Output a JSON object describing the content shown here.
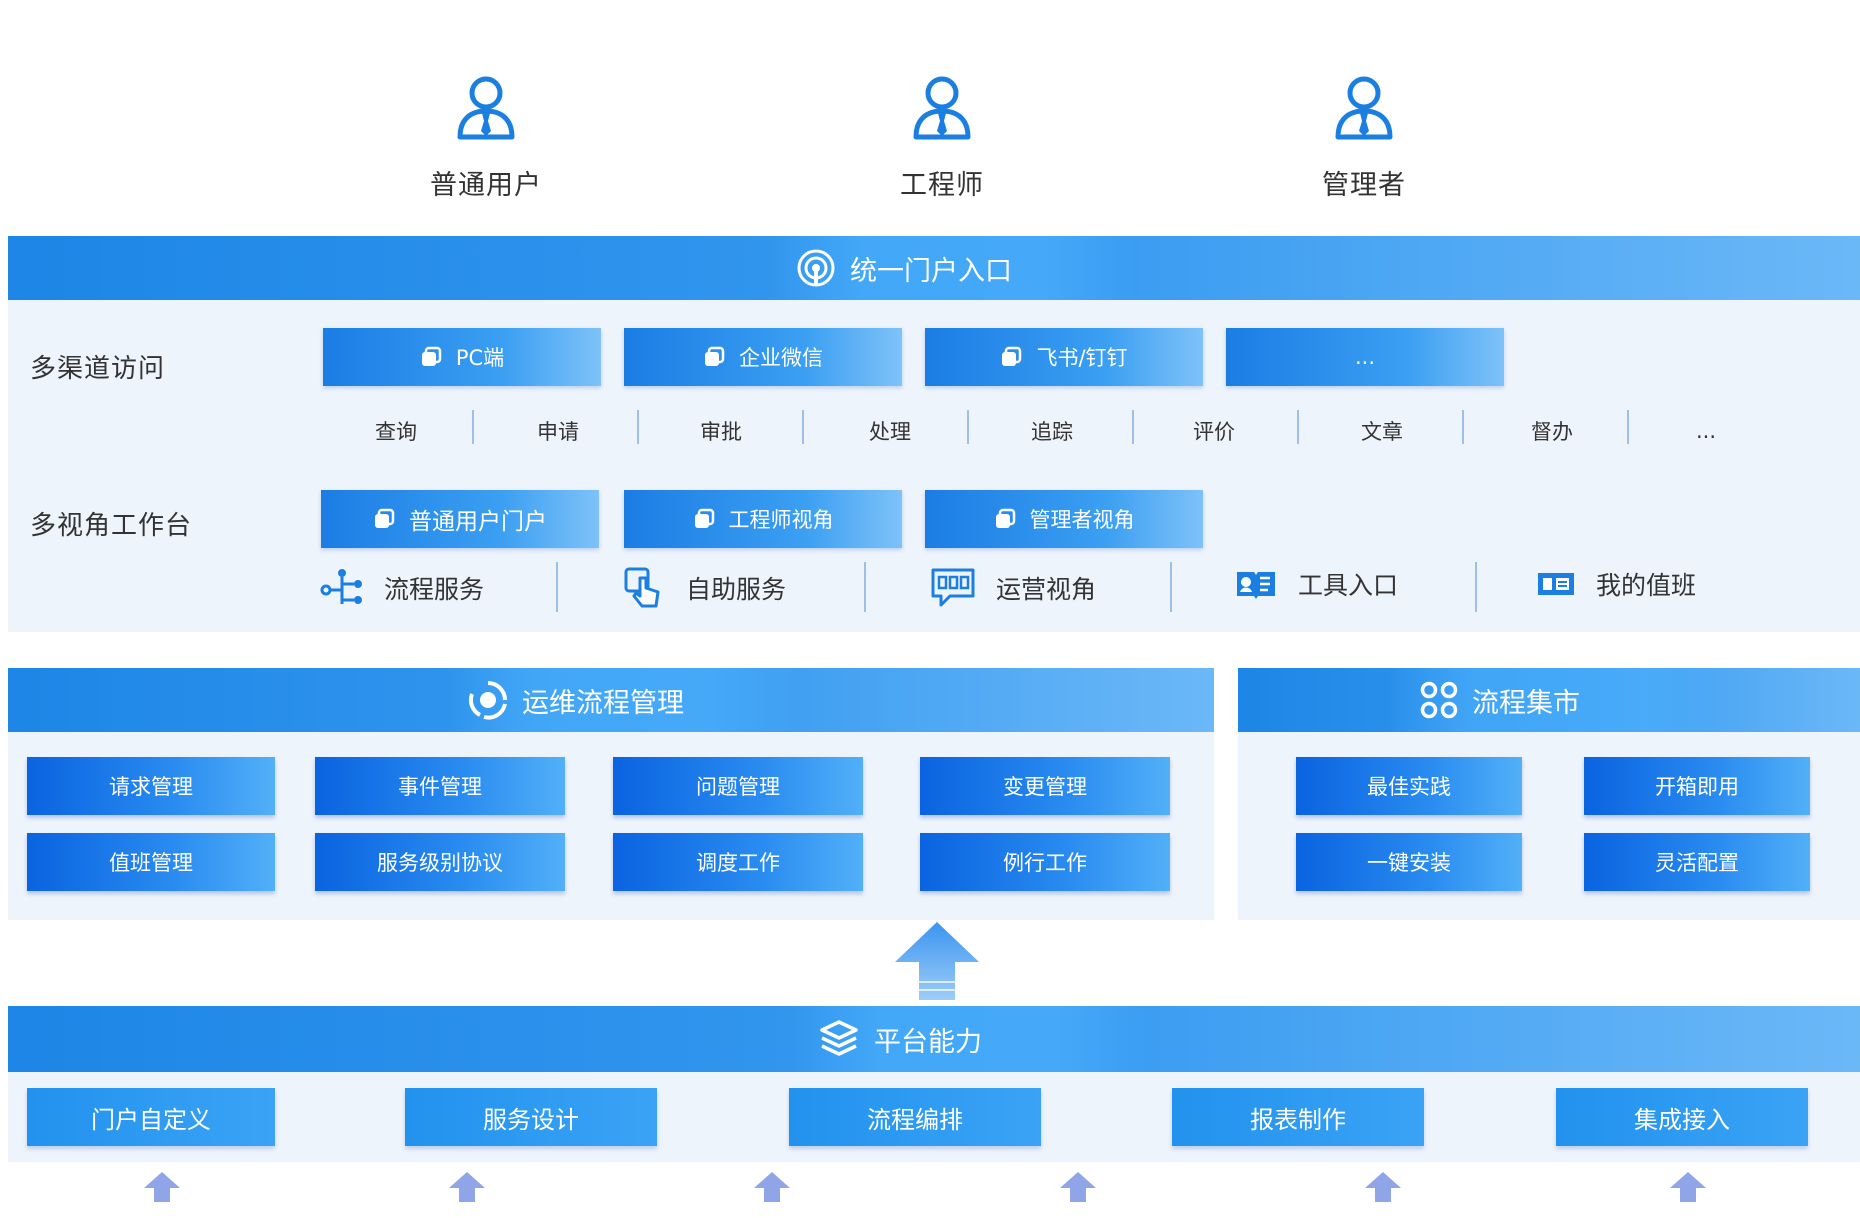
{
  "users": [
    "普通用户",
    "工程师",
    "管理者"
  ],
  "portal": {
    "title": "统一门户入口"
  },
  "channels": {
    "label": "多渠道访问",
    "items": [
      "PC端",
      "企业微信",
      "飞书/钉钉",
      "..."
    ],
    "actions": [
      "查询",
      "申请",
      "审批",
      "处理",
      "追踪",
      "评价",
      "文章",
      "督办",
      "..."
    ]
  },
  "workbench": {
    "label": "多视角工作台",
    "views": [
      "普通用户门户",
      "工程师视角",
      "管理者视角"
    ],
    "services": [
      "流程服务",
      "自助服务",
      "运营视角",
      "工具入口",
      "我的值班"
    ]
  },
  "ops": {
    "title": "运维流程管理",
    "tiles": [
      "请求管理",
      "事件管理",
      "问题管理",
      "变更管理",
      "值班管理",
      "服务级别协议",
      "调度工作",
      "例行工作"
    ]
  },
  "market": {
    "title": "流程集市",
    "tiles": [
      "最佳实践",
      "开箱即用",
      "一键安装",
      "灵活配置"
    ]
  },
  "platform": {
    "title": "平台能力",
    "tiles": [
      "门户自定义",
      "服务设计",
      "流程编排",
      "报表制作",
      "集成接入"
    ]
  },
  "colors": {
    "primary": "#1d86e6",
    "tile": "#0a63e0",
    "panel": "#eef4fc",
    "icon": "#1a7fe0"
  }
}
